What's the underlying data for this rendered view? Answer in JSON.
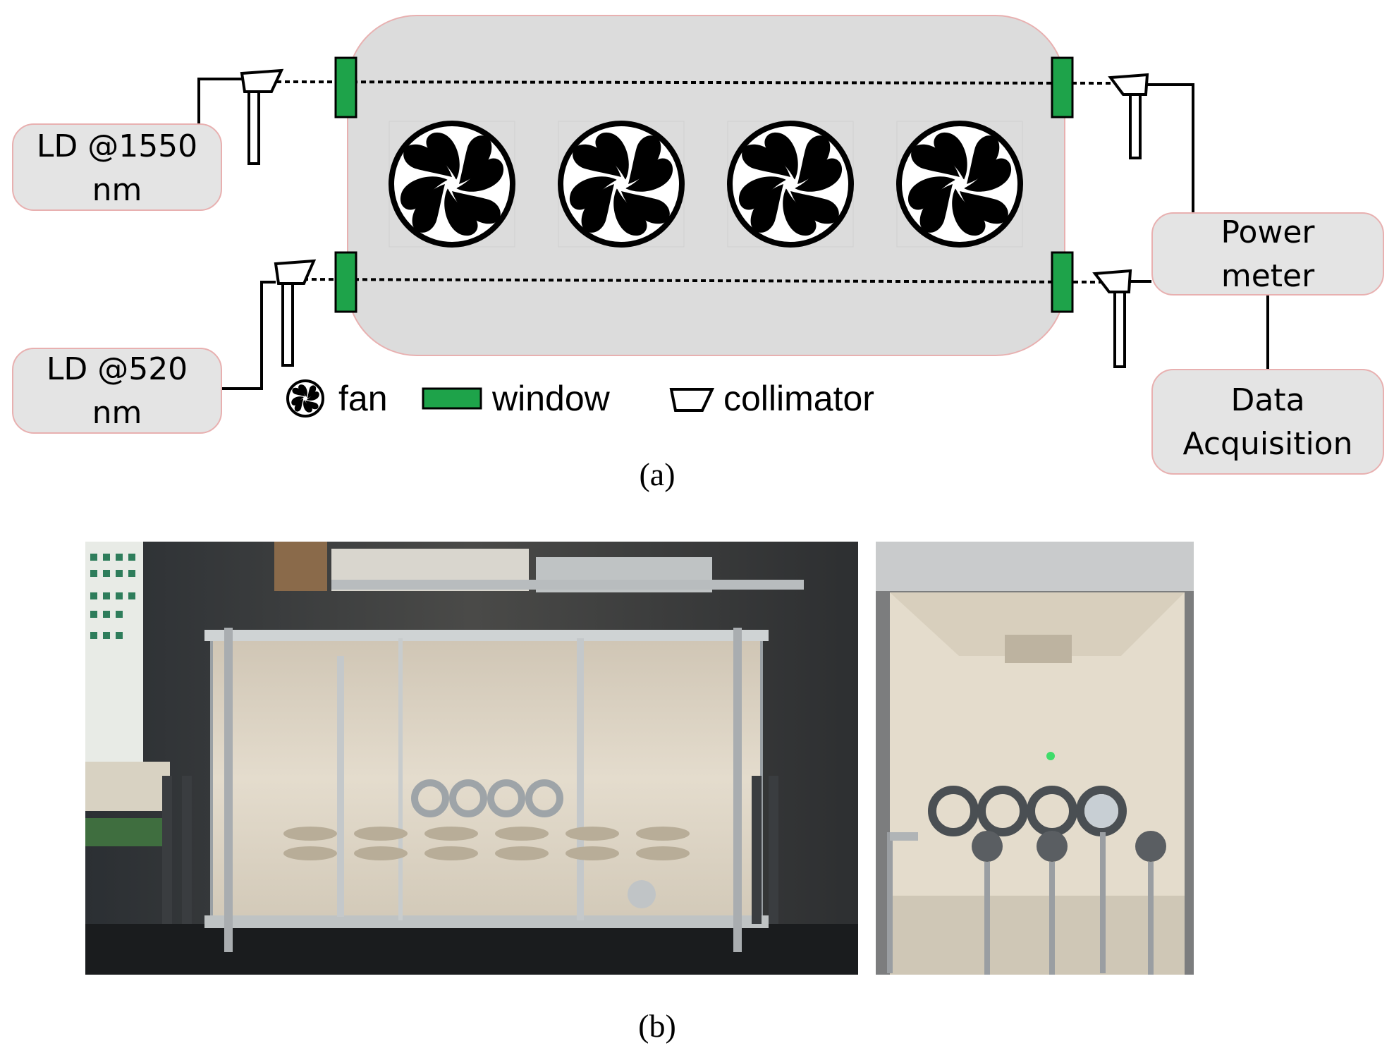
{
  "boxes": {
    "ld1550": [
      "LD @1550",
      "nm"
    ],
    "ld520": [
      "LD @520",
      "nm"
    ],
    "power_meter": [
      "Power",
      "meter"
    ],
    "data_acq": [
      "Data",
      "Acquisition"
    ]
  },
  "legend": {
    "fan": "fan",
    "window": "window",
    "collimator": "collimator"
  },
  "captions": {
    "a": "(a)",
    "b": "(b)"
  },
  "colors": {
    "chamber": "#dcdcdc",
    "box_fill": "#e4e4e4",
    "box_border": "#e8b0b0",
    "window": "#1ea34a",
    "fan": "#000000"
  },
  "photos": {
    "left": "chamber-front-photo",
    "right": "chamber-side-photo"
  }
}
